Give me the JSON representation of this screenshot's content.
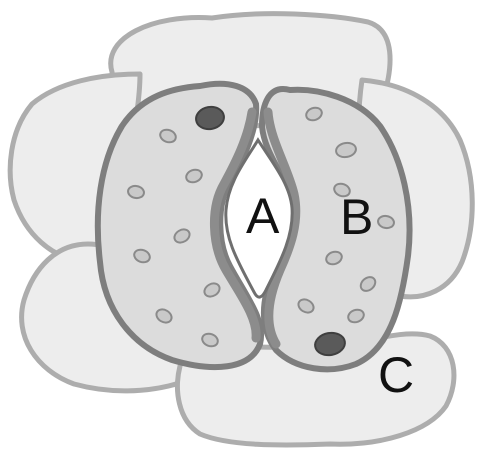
{
  "diagram": {
    "labels": {
      "pore": "A",
      "guard_cell": "B",
      "epidermal_cell": "C"
    }
  }
}
